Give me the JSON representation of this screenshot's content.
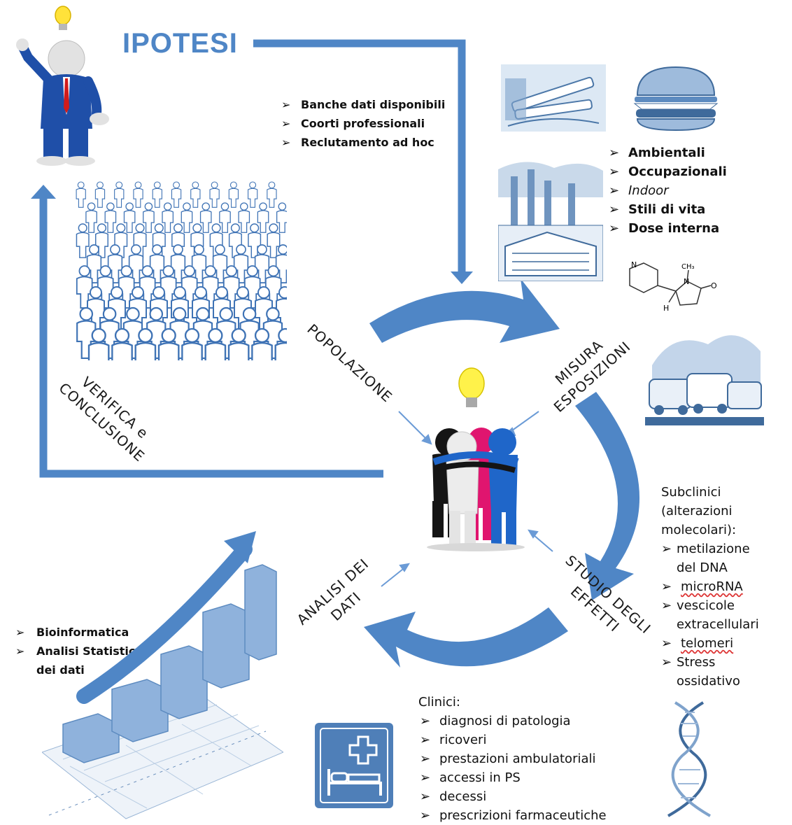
{
  "title": "IPOTESI",
  "recruitment": [
    "Banche dati disponibili",
    "Coorti professionali",
    "Reclutamento ad hoc"
  ],
  "exposures": [
    "Ambientali",
    "Occupazionali",
    "Indoor",
    "Stili di vita",
    "Dose interna"
  ],
  "cycle": {
    "popolazione": "POPOLAZIONE",
    "misura_l1": "MISURA",
    "misura_l2": "ESPOSIZIONI",
    "studio_l1": "STUDIO DEGLI",
    "studio_l2": "EFFETTI",
    "analisi_l1": "ANALISI DEI",
    "analisi_l2": "DATI",
    "verifica_l1": "VERIFICA e",
    "verifica_l2": "CONCLUSIONE"
  },
  "subclinici": {
    "h1": "Subclinici",
    "h2": "(alterazioni",
    "h3": "molecolari):",
    "i1a": "metilazione",
    "i1b": "del DNA",
    "i2": "microRNA",
    "i3a": "vescicole",
    "i3b": "extracellulari",
    "i4": "telomeri",
    "i5a": "Stress",
    "i5b": "ossidativo"
  },
  "clinici": {
    "header": "Clinici:",
    "items": [
      "diagnosi di patologia",
      "ricoveri",
      "prestazioni ambulatoriali",
      "accessi in PS",
      "decessi",
      "prescrizioni farmaceutiche"
    ]
  },
  "analysis": {
    "i1": "Bioinformatica",
    "i2a": "Analisi Statistica",
    "i2b": "dei dati"
  },
  "molecule": {
    "ch3": "CH₃",
    "n1": "N",
    "n2": "N",
    "h": "H",
    "o": "O"
  },
  "colors": {
    "arrow": "#4f86c6",
    "arrow_dark": "#3b73b9",
    "figure_blue": "#1f66c9",
    "figure_pink": "#e0156f"
  }
}
